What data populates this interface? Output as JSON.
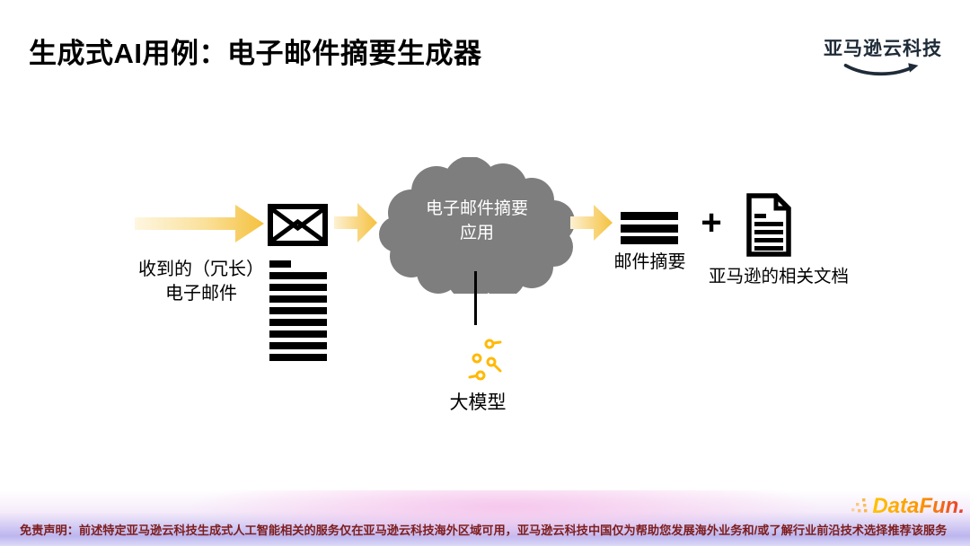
{
  "slide": {
    "title": "生成式AI用例：电子邮件摘要生成器",
    "aws_logo": {
      "text": "亚马逊云科技"
    },
    "diagram": {
      "input": {
        "label_line1": "收到的（冗长）",
        "label_line2": "电子邮件"
      },
      "app_cloud": {
        "label_line1": "电子邮件摘要",
        "label_line2": "应用"
      },
      "outputs": {
        "summary_label": "邮件摘要",
        "plus": "+",
        "documents_label": "亚马逊的相关文档"
      },
      "model": {
        "label": "大模型"
      }
    },
    "footer": {
      "disclaimer": "免责声明：前述特定亚马逊云科技生成式人工智能相关的服务仅在亚马逊云科技海外区域可用，亚马逊云科技中国仅为帮助您发展海外业务和/或了解行业前沿技术选择推荐该服务",
      "brand": "DataFun."
    },
    "colors": {
      "arrow_gold": "#F5C13E",
      "arrow_light": "#FEF6E1",
      "cloud_gray": "#7E7E7E",
      "spark_yellow": "#FFB908",
      "aws_navy": "#1F2B38",
      "disclaimer_red": "#7E1D1D",
      "brand_gradient_start": "#FFC400",
      "brand_gradient_end": "#E53935"
    }
  }
}
